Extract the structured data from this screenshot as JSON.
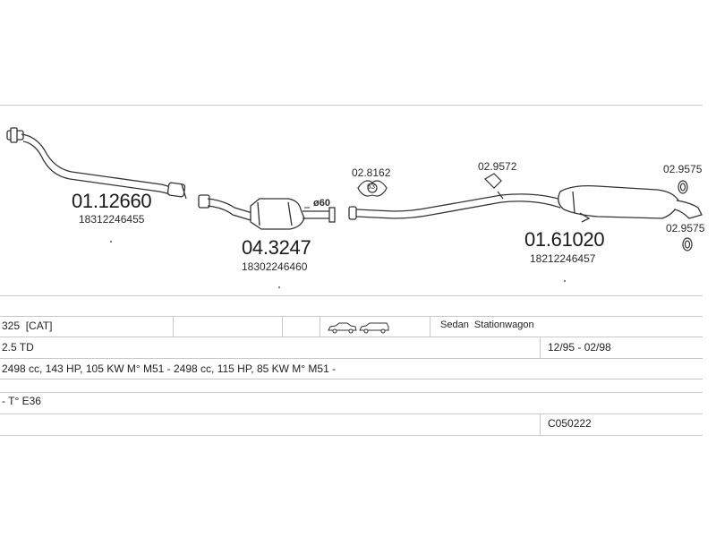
{
  "diagram": {
    "parts": [
      {
        "id": "front-pipe",
        "number": "01.12660",
        "oem": "18312246455"
      },
      {
        "id": "catalytic-converter",
        "number": "04.3247",
        "oem": "18302246460"
      },
      {
        "id": "rear-silencer",
        "number": "01.61020",
        "oem": "18212246457"
      }
    ],
    "fittings": [
      {
        "id": "mount-1",
        "number": "02.8162",
        "badge": "63"
      },
      {
        "id": "mount-2",
        "number": "02.9572"
      },
      {
        "id": "ring-1",
        "number": "02.9575"
      },
      {
        "id": "ring-2",
        "number": "02.9575"
      }
    ],
    "diameter_label": "ø60"
  },
  "table": {
    "row1": {
      "model": "325  [CAT]",
      "body_types": "Sedan  Stationwagon"
    },
    "row2": {
      "engine": "2.5 TD",
      "years": "12/95 - 02/98"
    },
    "row3": {
      "spec": "2498 cc, 143 HP, 105 KW M° M51 - 2498 cc, 115 HP, 85 KW M° M51 -"
    },
    "row4": {
      "type": "- T° E36"
    },
    "row5": {
      "code": "C050222"
    }
  },
  "icons": {
    "sedan": "sedan-car-icon",
    "wagon": "station-wagon-icon"
  }
}
